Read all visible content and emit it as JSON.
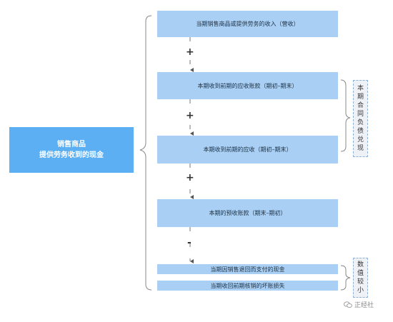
{
  "main": {
    "line1": "销售商品",
    "line2": "提供劳务收到的现金"
  },
  "boxes": {
    "b1": "当期销售商品或提供劳务的收入（营收）",
    "b2": "本期收到前期的应收账款（期初–期末）",
    "b3": "本期收到前期的应收（期初–期末）",
    "b4": "本期的预收账款（期末–期初）",
    "b5": "当期因销售退回而支付的现金",
    "b6": "当期收回前期核销的坏账损失"
  },
  "ops": {
    "op1": "+",
    "op2": "+",
    "op3": "+",
    "op4": "-"
  },
  "side1": {
    "chars": [
      "本",
      "期",
      "合",
      "同",
      "负",
      "债",
      "兑",
      "现"
    ]
  },
  "side2": {
    "chars": [
      "数",
      "值",
      "较",
      "小"
    ]
  },
  "watermark": {
    "text": "正经社"
  },
  "colors": {
    "main": "#5caff3",
    "box": "#a9d0f4",
    "line": "#888888"
  }
}
